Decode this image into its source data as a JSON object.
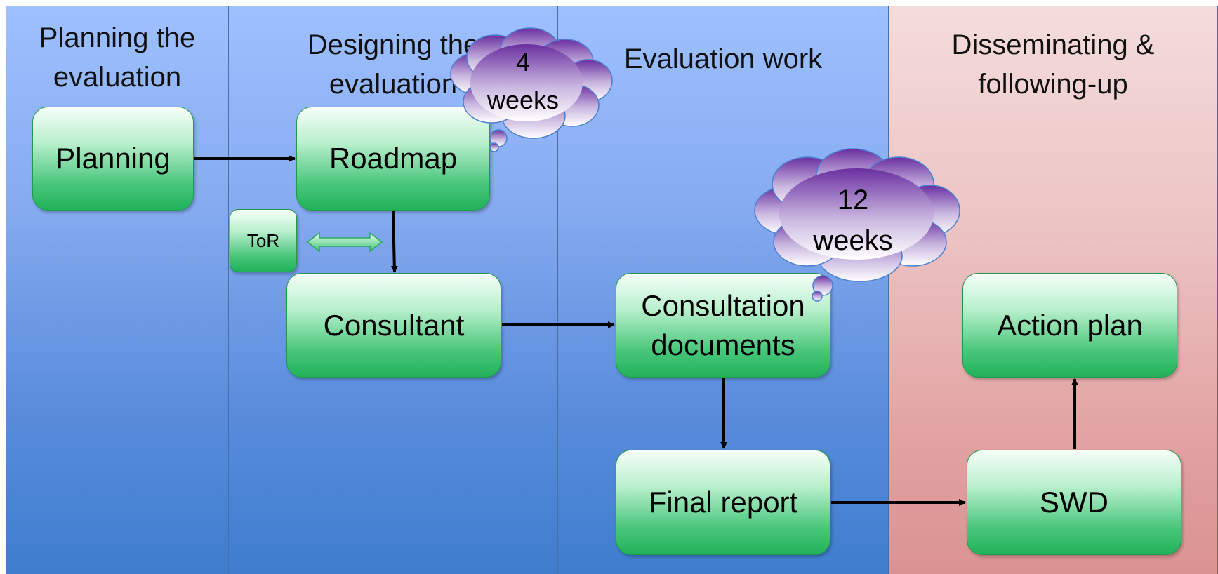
{
  "lanes": [
    {
      "title": "Planning the\nevaluation"
    },
    {
      "title": "Designing the\nevaluation"
    },
    {
      "title": "Evaluation work"
    },
    {
      "title": "Disseminating &\nfollowing-up"
    }
  ],
  "boxes": {
    "planning": "Planning",
    "roadmap": "Roadmap",
    "tor": "ToR",
    "consultant": "Consultant",
    "consultation_documents": "Consultation\ndocuments",
    "final_report": "Final report",
    "action_plan": "Action plan",
    "swd": "SWD"
  },
  "callouts": {
    "design_duration": "4\nweeks",
    "work_duration": "12\nweeks"
  },
  "colors": {
    "lane_blue": "#5a8ddc",
    "lane_pink": "#e2a3a3",
    "box_green": "#21b25a",
    "cloud_purple": "#6a2fa0"
  }
}
